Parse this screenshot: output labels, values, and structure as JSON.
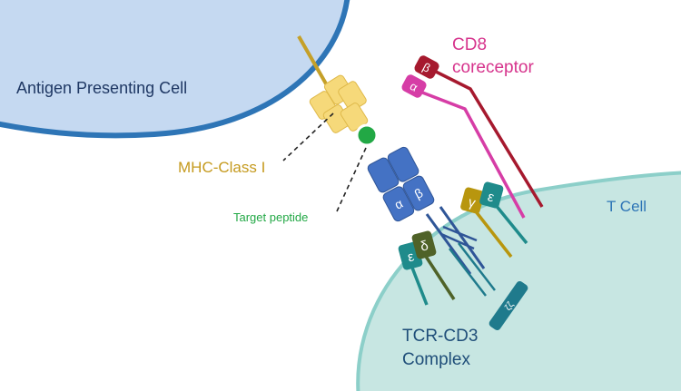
{
  "labels": {
    "apc": "Antigen Presenting Cell",
    "mhc": "MHC-Class I",
    "peptide": "Target peptide",
    "cd8_line1": "CD8",
    "cd8_line2": "coreceptor",
    "tcell": "T Cell",
    "tcr_line1": "TCR-CD3",
    "tcr_line2": "Complex"
  },
  "chains": {
    "cd8_alpha": "α",
    "cd8_beta": "β",
    "tcr_alpha": "α",
    "tcr_beta": "β",
    "cd3_gamma": "γ",
    "cd3_epsilon_right": "ε",
    "cd3_epsilon_left": "ε",
    "cd3_delta": "δ",
    "zeta": "ζζ"
  },
  "colors": {
    "apc_fill": "#c5d9f1",
    "apc_border": "#2e75b6",
    "tcell_fill": "#c7e6e2",
    "tcell_border": "#8ccfc9",
    "mhc": "#f6d97a",
    "mhc_stem": "#c5a028",
    "peptide": "#22a845",
    "cd8_alpha": "#d63da6",
    "cd8_beta": "#a6192e",
    "tcr": "#4472c4",
    "cd3_gamma": "#b8960e",
    "cd3_epsilon": "#1f8b8b",
    "cd3_delta": "#4f6228",
    "zeta": "#1f7a8c",
    "text_apc": "#1f3864",
    "text_mhc": "#c59a1e",
    "text_peptide": "#22a845",
    "text_cd8": "#d6338c",
    "text_tcell": "#2e75b6",
    "text_tcr": "#1f4e79"
  }
}
